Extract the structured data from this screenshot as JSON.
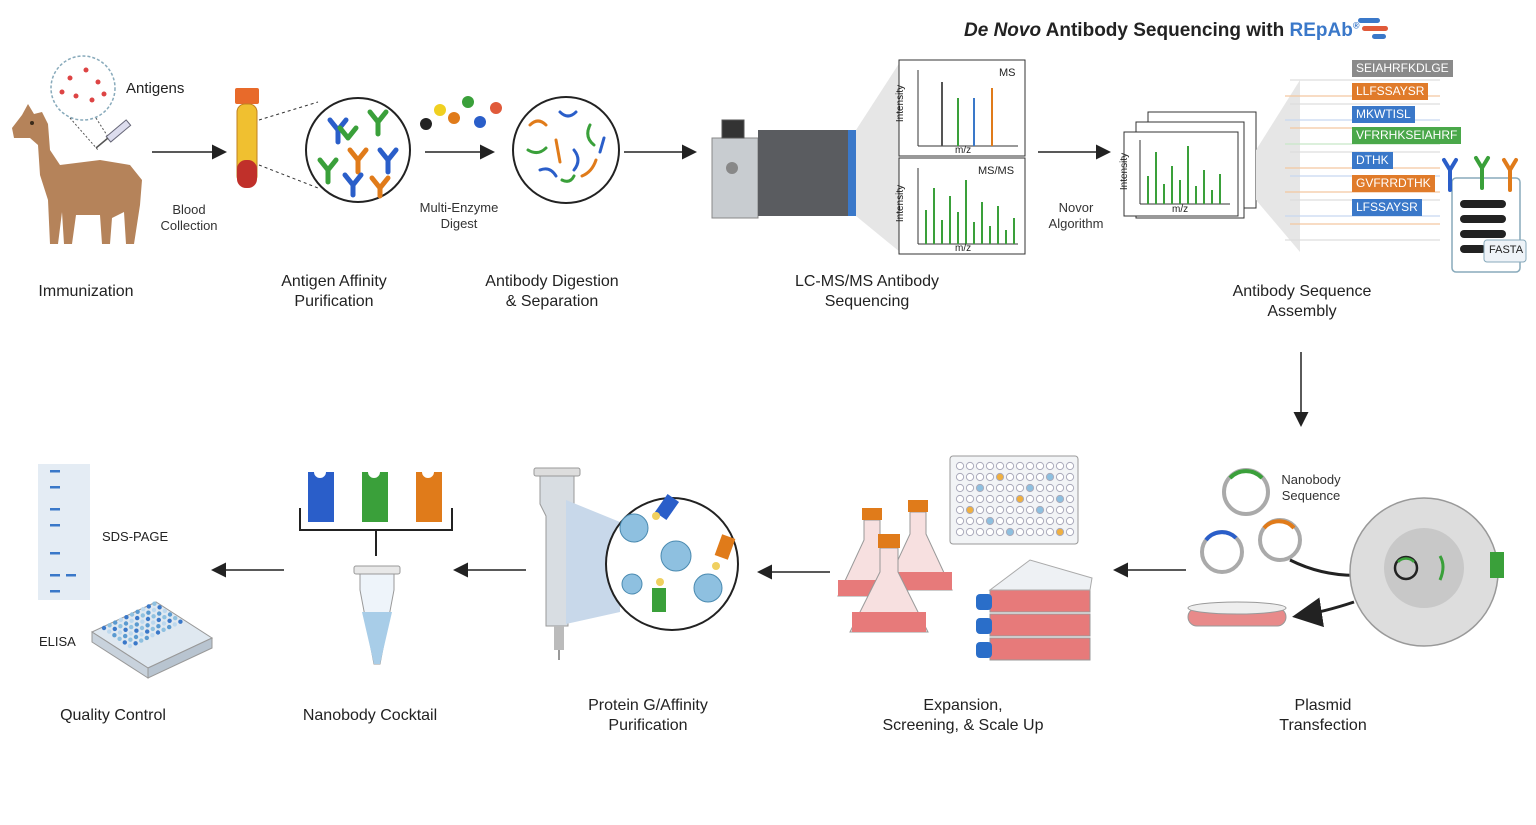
{
  "title": {
    "part_italic": "De Novo",
    "part_main": "Antibody Sequencing with",
    "brand": "REpAb",
    "brand_mark": "®",
    "brand_color": "#3a78c9"
  },
  "stages_top": [
    {
      "label": "Immunization"
    },
    {
      "label_l1": "Antigen Affinity",
      "label_l2": "Purification"
    },
    {
      "label_l1": "Antibody Digestion",
      "label_l2": "& Separation"
    },
    {
      "label_l1": "LC-MS/MS Antibody",
      "label_l2": "Sequencing"
    },
    {
      "label_l1": "Antibody Sequence",
      "label_l2": "Assembly"
    }
  ],
  "stages_bottom": [
    {
      "label": "Quality Control"
    },
    {
      "label": "Nanobody Cocktail"
    },
    {
      "label_l1": "Protein G/Affinity",
      "label_l2": "Purification"
    },
    {
      "label_l1": "Expansion,",
      "label_l2": "Screening, & Scale Up"
    },
    {
      "label_l1": "Plasmid",
      "label_l2": "Transfection"
    }
  ],
  "annotations": {
    "antigens": "Antigens",
    "blood_l1": "Blood",
    "blood_l2": "Collection",
    "digest_l1": "Multi-Enzyme",
    "digest_l2": "Digest",
    "novor_l1": "Novor",
    "novor_l2": "Algorithm",
    "nanobody_l1": "Nanobody",
    "nanobody_l2": "Sequence",
    "sds_page": "SDS-PAGE",
    "elisa": "ELISA",
    "fasta": "FASTA"
  },
  "spectra": {
    "ms_label": "MS",
    "msms_label": "MS/MS",
    "x_label": "m/z",
    "y_label": "Intensity"
  },
  "sequences": [
    {
      "text": "SEIAHRFKDLGE",
      "color": "#8a8a8a"
    },
    {
      "text": "LLFSSAYSR",
      "color": "#e07b2a"
    },
    {
      "text": "MKWTISL",
      "color": "#3a78c9"
    },
    {
      "text": "VFRRHKSEIAHRF",
      "color": "#4aa84a"
    },
    {
      "text": "DTHK",
      "color": "#3a78c9"
    },
    {
      "text": "GVFRRDTHK",
      "color": "#e07b2a"
    },
    {
      "text": "LFSSAYSR",
      "color": "#3a78c9"
    }
  ],
  "colors": {
    "blue": "#2a5ec9",
    "green": "#3aa03a",
    "orange": "#e07b1a",
    "pink": "#e77a7a",
    "gray": "#9a9a9a"
  }
}
